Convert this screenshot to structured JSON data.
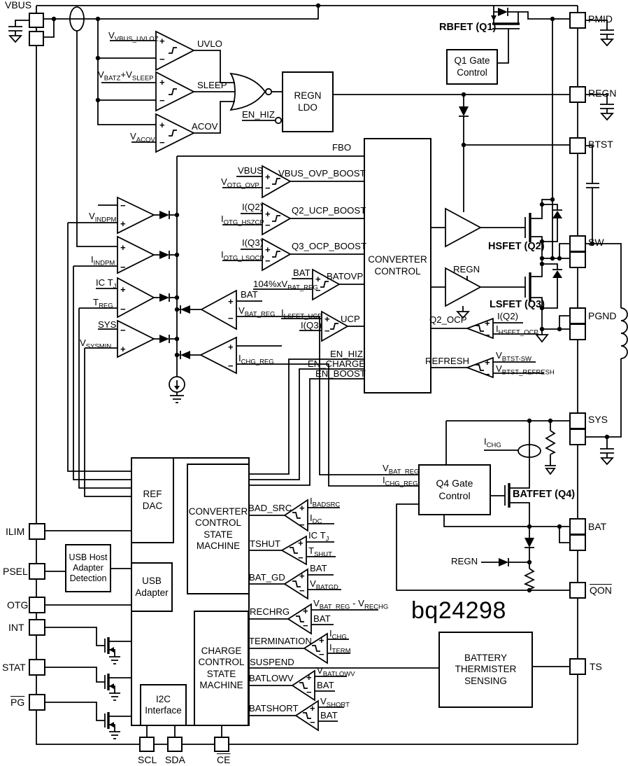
{
  "part": {
    "number": "bq24298"
  },
  "colors": {
    "line": "#000000",
    "background": "#ffffff"
  },
  "signs": {
    "plus": "+",
    "minus": "−"
  },
  "pins": {
    "vbus": "VBUS",
    "ilim": "ILIM",
    "psel": "PSEL",
    "otg": "OTG",
    "int": "INT",
    "stat": "STAT",
    "pg": "PG",
    "pmid": "PMID",
    "regn": "REGN",
    "btst": "BTST",
    "sw": "SW",
    "pgnd": "PGND",
    "sys": "SYS",
    "bat": "BAT",
    "qon": "QON",
    "ts": "TS",
    "scl": "SCL",
    "sda": "SDA",
    "ce": "CE"
  },
  "blocks": {
    "regn_ldo": {
      "l1": "REGN",
      "l2": "LDO"
    },
    "q1_gate": {
      "l1": "Q1 Gate",
      "l2": "Control"
    },
    "converter_control": {
      "l1": "CONVERTER",
      "l2": "CONTROL"
    },
    "ref_dac": {
      "l1": "REF",
      "l2": "DAC"
    },
    "usb_host": {
      "l1": "USB Host",
      "l2": "Adapter",
      "l3": "Detection"
    },
    "usb_adapter": {
      "l1": "USB",
      "l2": "Adapter"
    },
    "conv_sm": {
      "l1": "CONVERTER",
      "l2": "CONTROL",
      "l3": "STATE",
      "l4": "MACHINE"
    },
    "charge_sm": {
      "l1": "CHARGE",
      "l2": "CONTROL",
      "l3": "STATE",
      "l4": "MACHINE"
    },
    "i2c": {
      "l1": "I2C",
      "l2": "Interface"
    },
    "q4_gate": {
      "l1": "Q4 Gate",
      "l2": "Control"
    },
    "thermister": {
      "l1": "BATTERY",
      "l2": "THERMISTER",
      "l3": "SENSING"
    }
  },
  "fets": {
    "rbfet": "RBFET (Q1)",
    "hsfet": "HSFET (Q2)",
    "lsfet": "LSFET (Q3)",
    "batfet": "BATFET (Q4)"
  },
  "signals": {
    "fbo": "FBO",
    "en_hiz": "EN_HIZ",
    "en_charge": "EN_CHARGE",
    "en_boost": "EN_BOOST",
    "uvlo": "UVLO",
    "sleep": "SLEEP",
    "acov": "ACOV",
    "vbus_ovp_boost": "VBUS_OVP_BOOST",
    "q2_ucp_boost": "Q2_UCP_BOOST",
    "q3_ocp_boost": "Q3_OCP_BOOST",
    "batovp": "BATOVP",
    "ucp": "UCP",
    "q2_ocp": "Q2_OCP",
    "refresh": "REFRESH",
    "regn": "REGN",
    "bad_src": "BAD_SRC",
    "tshut": "TSHUT",
    "bat_gd": "BAT_GD",
    "rechrg": "RECHRG",
    "termination": "TERMINATION",
    "suspend": "SUSPEND",
    "batlowv": "BATLOWV",
    "batshort": "BATSHORT"
  },
  "refs": {
    "vbus_uvloz": {
      "m": "V",
      "s": "VBUS_UVLOZ"
    },
    "vbatz_vsleep": {
      "m1": "V",
      "s1": "BATZ",
      "m2": "+V",
      "s2": "SLEEP"
    },
    "vacov": {
      "m": "V",
      "s": "ACOV"
    },
    "vbus": "VBUS",
    "votg_ovp": {
      "m": "V",
      "s": "OTG_OVP"
    },
    "iq2": "I(Q2)",
    "iotg_hszcp": {
      "m": "I",
      "s": "OTG_HSZCP"
    },
    "iq3": "I(Q3)",
    "iotg_lsocp": {
      "m": "I",
      "s": "OTG_LSOCP"
    },
    "bat": "BAT",
    "pct104": {
      "m": "104%xV",
      "s": "BAT_REG"
    },
    "ilsfet_ucp": {
      "m": "I",
      "s": "LSFET_UCP"
    },
    "ihsfet_ocp": {
      "m": "I",
      "s": "HSFET_OCP"
    },
    "vbtst_sw": {
      "m": "V",
      "s": "BTST-SW"
    },
    "vbtst_refresh": {
      "m": "V",
      "s": "BTST_REFRESH"
    },
    "vindpm": {
      "m": "V",
      "s": "INDPM"
    },
    "iindpm": {
      "m": "I",
      "s": "INDPM"
    },
    "ictj": {
      "m": "IC T",
      "s": "J"
    },
    "treg": {
      "m": "T",
      "s": "REG"
    },
    "sys": "SYS",
    "vsysmin": {
      "m": "V",
      "s": "SYSMIN"
    },
    "vbat_reg": {
      "m": "V",
      "s": "BAT_REG"
    },
    "ichg_reg": {
      "m": "I",
      "s": "CHG_REG"
    },
    "ichg": {
      "m": "I",
      "s": "CHG"
    },
    "ibadsrc": {
      "m": "I",
      "s": "BADSRC"
    },
    "idc": {
      "m": "I",
      "s": "DC"
    },
    "tshut_ref": {
      "m": "T",
      "s": "SHUT"
    },
    "vbatgd": {
      "m": "V",
      "s": "BATGD"
    },
    "vrechg_diff": {
      "m1": "V",
      "s1": "BAT_REG",
      "m2": " - V",
      "s2": "RECHG"
    },
    "iterm": {
      "m": "I",
      "s": "TERM"
    },
    "vbatlowv": {
      "m": "V",
      "s": "BATLOWV"
    },
    "vshort": {
      "m": "V",
      "s": "SHORT"
    }
  }
}
